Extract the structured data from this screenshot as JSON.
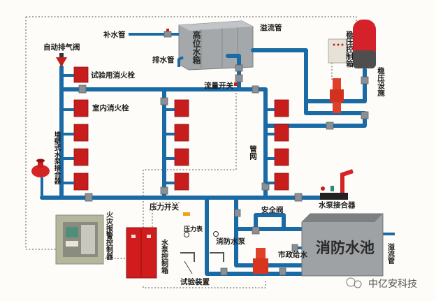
{
  "title": "消防给水系统示意图",
  "labels": {
    "makeup_pipe": "补水管",
    "high_tank": "高位水箱",
    "overflow_pipe_top": "溢流管",
    "auto_vent_valve": "自动排气阀",
    "drain_pipe": "排水管",
    "test_hydrant": "试验用消火栓",
    "flow_switch": "流量开关",
    "pressure_stabilizer_box": "稳压控制箱",
    "pressure_stabilizer": "稳压设施",
    "indoor_hydrant": "室内消火栓",
    "wall_pump_connector": "墙壁式水泵接合器",
    "pipe_network": "管网",
    "pump_connector": "水泵接合器",
    "pressure_switch": "压力开关",
    "safety_valve": "安全阀",
    "fire_alarm_controller": "火灾报警控制器",
    "pump_control_box": "水泵控制箱",
    "pressure_gauge": "压力表",
    "fire_pump": "消防水泵",
    "municipal_water": "市政给水",
    "fire_pool": "消防水池",
    "overflow_pipe_pool": "溢流管",
    "test_device": "试验装置"
  },
  "watermark": "中亿安科技",
  "colors": {
    "pipe": "#1a6aa6",
    "hydrant_cabinet": "#c81d1d",
    "tank_grey": "#9da1a4",
    "background": "#fdfcf8"
  }
}
